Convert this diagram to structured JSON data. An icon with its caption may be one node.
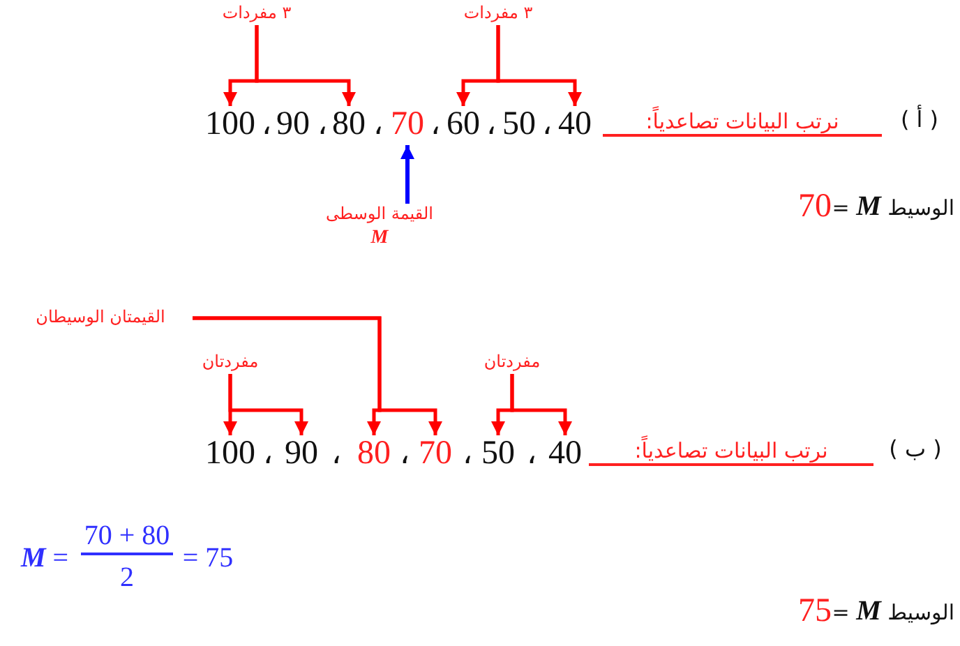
{
  "diagram": {
    "nodes": [
      {
        "text": [
          "٣ مفردات"
        ]
      },
      {
        "text": [
          "٣ مفردات"
        ]
      },
      {
        "text": [
          "40"
        ]
      },
      {
        "text": [
          "50"
        ]
      },
      {
        "text": [
          "60"
        ]
      },
      {
        "text": [
          "70"
        ]
      },
      {
        "text": [
          "80"
        ]
      },
      {
        "text": [
          "90"
        ]
      },
      {
        "text": [
          "100"
        ]
      },
      {
        "text": [
          "القيمة الوسطى",
          "M"
        ]
      },
      {
        "text": [
          "القيمتان الوسيطان"
        ]
      },
      {
        "text": [
          "مفردتان"
        ]
      },
      {
        "text": [
          "مفردتان"
        ]
      },
      {
        "text": [
          "40"
        ]
      },
      {
        "text": [
          "50"
        ]
      },
      {
        "text": [
          "70"
        ]
      },
      {
        "text": [
          "80"
        ]
      },
      {
        "text": [
          "90"
        ]
      },
      {
        "text": [
          "100"
        ]
      }
    ],
    "edges": [
      {
        "from": 0,
        "to": 4,
        "arrow": "to"
      },
      {
        "from": 0,
        "to": 2,
        "arrow": "to"
      },
      {
        "from": 1,
        "to": 8,
        "arrow": "to"
      },
      {
        "from": 1,
        "to": 6,
        "arrow": "to"
      },
      {
        "from": 9,
        "to": 5,
        "arrow": "to",
        "color": "#0000ff"
      },
      {
        "from": 10,
        "to": 16,
        "arrow": "to"
      },
      {
        "from": 10,
        "to": 15,
        "arrow": "to"
      },
      {
        "from": 11,
        "to": 14,
        "arrow": "to"
      },
      {
        "from": 11,
        "to": 13,
        "arrow": "to"
      },
      {
        "from": 12,
        "to": 18,
        "arrow": "to"
      },
      {
        "from": 12,
        "to": 17,
        "arrow": "to"
      }
    ],
    "labels": [
      "( أ )",
      "نرتب البيانات تصاعدياً:",
      "،",
      "،",
      "،",
      "،",
      "،",
      "،",
      "الوسيط *M* =",
      "70",
      "( ب )",
      "نرتب البيانات تصاعدياً:",
      "،",
      "،",
      "،",
      "،",
      "،",
      "*M* =",
      "70 + 80",
      "2",
      "= 75",
      "الوسيط *M* =",
      "75"
    ]
  }
}
